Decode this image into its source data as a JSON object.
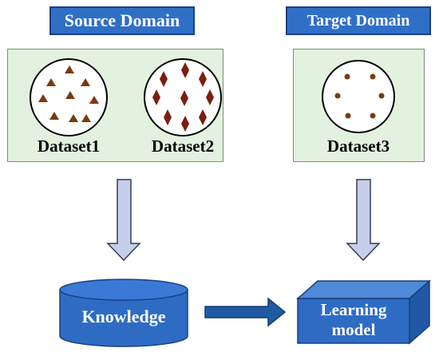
{
  "source": {
    "title": "Source Domain",
    "datasets": [
      "Dataset1",
      "Dataset2"
    ]
  },
  "target": {
    "title": "Target Domain",
    "datasets": [
      "Dataset3"
    ]
  },
  "knowledge": {
    "label": "Knowledge"
  },
  "model": {
    "label_line1": "Learning",
    "label_line2": "model"
  },
  "colors": {
    "title_fill": "#2f6fc6",
    "panel_fill": "#e3f1df",
    "marker": "#7a3a12",
    "cylinder": "#2e6cc4",
    "arrow_fill": "#c5cfe9",
    "arrow_dark": "#1f5aa3"
  },
  "icons": [
    "triangle-marker",
    "diamond-marker",
    "dot-marker",
    "down-arrow",
    "right-arrow",
    "cylinder",
    "cube"
  ]
}
